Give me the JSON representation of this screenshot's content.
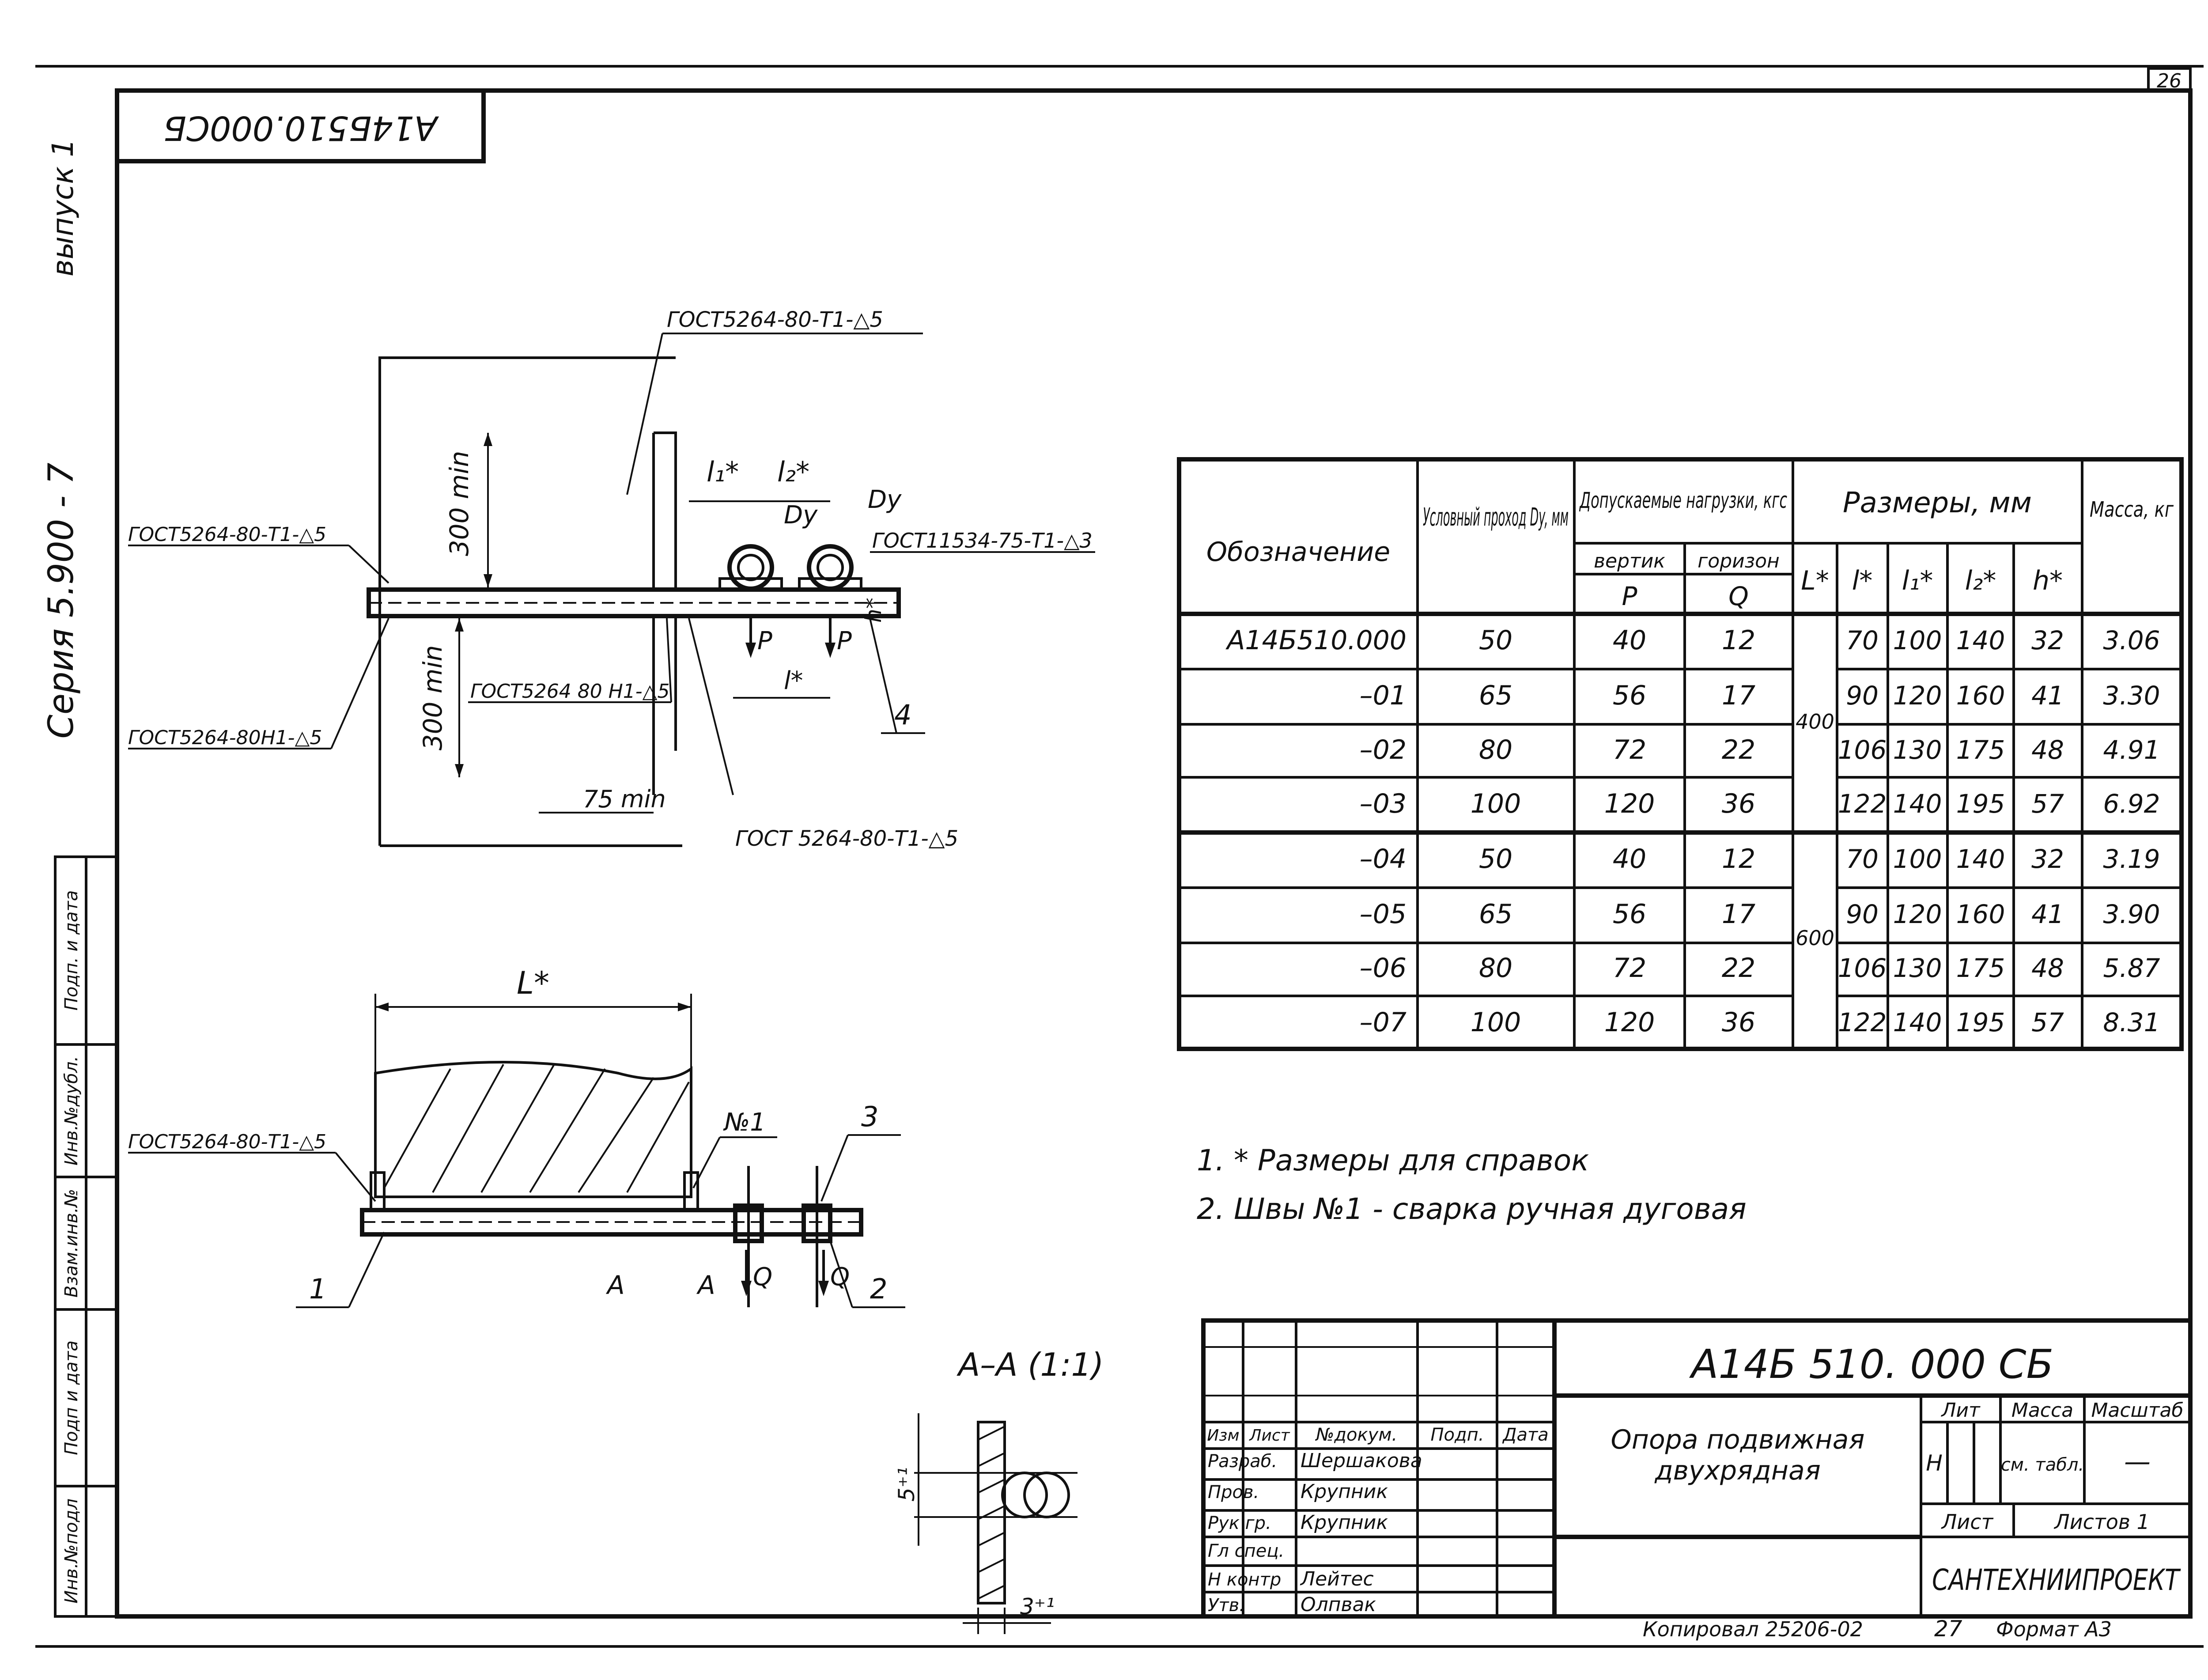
{
  "sheet_number": "26",
  "rotated_code": "А14Б510.000СБ",
  "margin": {
    "series": "Серия 5.900 - 7",
    "issue": "выпуск 1"
  },
  "side_stamp": [
    "Инв.№подл",
    "Подп и дата",
    "Взам.инв.№",
    "Инв.№дубл.",
    "Подп. и дата"
  ],
  "drawing_labels": {
    "gost_top": "ГОСТ5264-80-Т1-△5",
    "gost_left1": "ГОСТ5264-80-Т1-△5",
    "gost_left2": "ГОСТ5264-80Н1-△5",
    "gost_mid": "ГОСТ5264 80 Н1-△5",
    "gost_right": "ГОСТ11534-75-Т1-△3",
    "gost_bottom": "ГОСТ 5264-80-Т1-△5",
    "gost_plan": "ГОСТ5264-80-Т1-△5",
    "dim_300_top": "300 min",
    "dim_300_bot": "300 min",
    "dim_75": "75 min",
    "l1": "l₁*",
    "l2": "l₂*",
    "l": "l*",
    "L": "L*",
    "Dy1": "Dy",
    "Dy2": "Dy",
    "h": "h*",
    "P1": "P",
    "P2": "P",
    "Q1": "Q",
    "Q2": "Q",
    "A1": "А",
    "A2": "А",
    "pos1": "1",
    "pos2": "2",
    "pos3": "3",
    "pos4": "4",
    "weld": "№1",
    "section_title": "А–А (1:1)",
    "sec_dim1": "5⁺¹",
    "sec_dim2": "3⁺¹"
  },
  "table": {
    "h_designation": "Обозначение",
    "h_bore": "Условный проход Dy, мм",
    "h_loads": "Допускаемые нагрузки, кгс",
    "h_vert": "вертик",
    "h_horiz": "горизон",
    "h_P": "P",
    "h_Q": "Q",
    "h_sizes": "Размеры, мм",
    "h_L": "L*",
    "h_l": "l*",
    "h_l1": "l₁*",
    "h_l2": "l₂*",
    "h_h": "h*",
    "h_mass": "Масса, кг",
    "L_group1": "400",
    "L_group2": "600",
    "rows": [
      {
        "d": "А14Б510.000",
        "dy": "50",
        "p": "40",
        "q": "12",
        "l": "70",
        "l1": "100",
        "l2": "140",
        "h": "32",
        "m": "3.06"
      },
      {
        "d": "–01",
        "dy": "65",
        "p": "56",
        "q": "17",
        "l": "90",
        "l1": "120",
        "l2": "160",
        "h": "41",
        "m": "3.30"
      },
      {
        "d": "–02",
        "dy": "80",
        "p": "72",
        "q": "22",
        "l": "106",
        "l1": "130",
        "l2": "175",
        "h": "48",
        "m": "4.91"
      },
      {
        "d": "–03",
        "dy": "100",
        "p": "120",
        "q": "36",
        "l": "122",
        "l1": "140",
        "l2": "195",
        "h": "57",
        "m": "6.92"
      },
      {
        "d": "–04",
        "dy": "50",
        "p": "40",
        "q": "12",
        "l": "70",
        "l1": "100",
        "l2": "140",
        "h": "32",
        "m": "3.19"
      },
      {
        "d": "–05",
        "dy": "65",
        "p": "56",
        "q": "17",
        "l": "90",
        "l1": "120",
        "l2": "160",
        "h": "41",
        "m": "3.90"
      },
      {
        "d": "–06",
        "dy": "80",
        "p": "72",
        "q": "22",
        "l": "106",
        "l1": "130",
        "l2": "175",
        "h": "48",
        "m": "5.87"
      },
      {
        "d": "–07",
        "dy": "100",
        "p": "120",
        "q": "36",
        "l": "122",
        "l1": "140",
        "l2": "195",
        "h": "57",
        "m": "8.31"
      }
    ]
  },
  "notes": [
    "1. * Размеры для справок",
    "2. Швы №1 - сварка ручная дуговая"
  ],
  "title_block": {
    "code": "А14Б 510. 000 СБ",
    "name_line1": "Опора подвижная",
    "name_line2": "двухрядная",
    "lit": "Лит",
    "mass": "Масса",
    "scale": "Масштаб",
    "lit_val": "Н",
    "mass_val": "см. табл.",
    "scale_val": "—",
    "sheet": "Лист",
    "sheets": "Листов 1",
    "org": "САНТЕХНИИПРОЕКТ",
    "hdr": [
      "Изм",
      "Лист",
      "№докум.",
      "Подп.",
      "Дата"
    ],
    "roles": [
      {
        "role": "Разраб.",
        "name": "Шершакова"
      },
      {
        "role": "Пров.",
        "name": "Крупник"
      },
      {
        "role": "Рук гр.",
        "name": "Крупник"
      },
      {
        "role": "Гл спец.",
        "name": ""
      },
      {
        "role": "Н контр",
        "name": "Лейтес"
      },
      {
        "role": "Утв.",
        "name": "Олпвак"
      }
    ]
  },
  "footer": {
    "copied": "Копировал 25206-02",
    "page": "27",
    "format": "Формат А3"
  }
}
